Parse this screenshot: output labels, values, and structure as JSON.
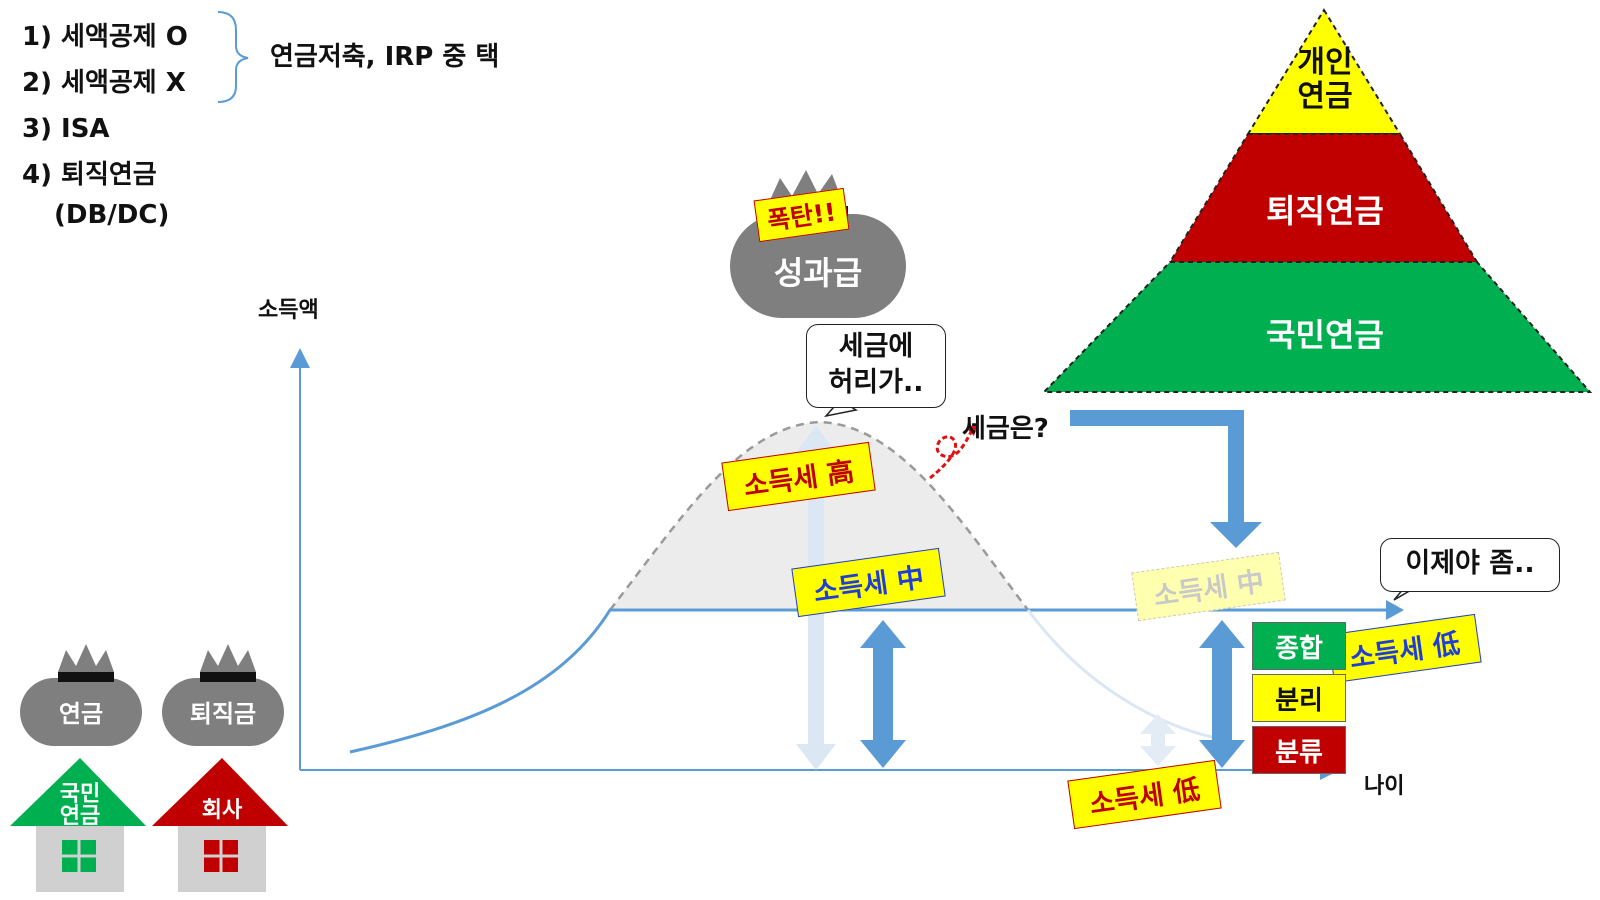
{
  "list": {
    "item1": "1)  세액공제 O",
    "item2": "2)  세액공제 X",
    "item3": "3)  ISA",
    "item4": "4)  퇴직연금",
    "item4_sub": "(DB/DC)",
    "brace_label": "연금저축, IRP 중 택"
  },
  "axes": {
    "ylabel": "소득액",
    "xlabel": "나이"
  },
  "bag": {
    "bonus": "성과급",
    "bomb": "폭탄!!"
  },
  "bubbles": {
    "tax_waist": "세금에\n허리가..",
    "finally": "이제야 좀.."
  },
  "question": "세금은?",
  "tags": {
    "tax_high": "소득세 高",
    "tax_mid": "소득세 中",
    "tax_mid_faded": "소득세 中",
    "tax_low_right": "소득세 低",
    "tax_low_bottom": "소득세 低"
  },
  "taxation_boxes": [
    {
      "label": "종합",
      "color": "#00b050",
      "text_color": "#ffffff"
    },
    {
      "label": "분리",
      "color": "#ffff00",
      "text_color": "#111111"
    },
    {
      "label": "분류",
      "color": "#c00000",
      "text_color": "#ffffff"
    }
  ],
  "pyramid": {
    "top": "개인\n연금",
    "middle": "퇴직연금",
    "bottom": "국민연금",
    "colors": {
      "top": "#ffff00",
      "middle": "#c00000",
      "bottom": "#00b050"
    }
  },
  "houses": [
    {
      "bag": "연금",
      "roof": "국민\n연금",
      "roof_color": "#00b050",
      "window_color": "#00b050"
    },
    {
      "bag": "퇴직금",
      "roof": "회사",
      "roof_color": "#c00000",
      "window_color": "#c00000"
    }
  ],
  "colors": {
    "curve": "#5b9bd5",
    "arrow": "#5b9bd5",
    "bag": "#7f7f7f"
  }
}
